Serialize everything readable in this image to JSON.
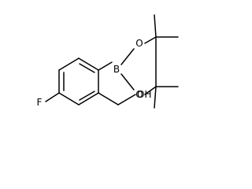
{
  "molecule": {
    "atoms": {
      "fluorine": "F",
      "boron": "B",
      "oxygen_top": "O",
      "oxygen_bottom": "O",
      "hydroxyl": "OH"
    },
    "colors": {
      "bond": "#000000",
      "label": "#000000",
      "background": "#ffffff"
    }
  }
}
